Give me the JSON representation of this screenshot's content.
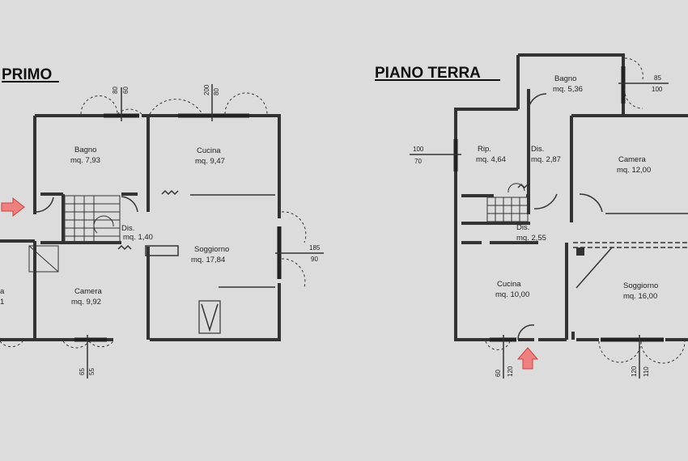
{
  "plans": {
    "primo": {
      "title": "PRIMO"
    },
    "terra": {
      "title": "PIANO TERRA"
    }
  },
  "rooms": {
    "primo_bagno": {
      "name": "Bagno",
      "area": "mq. 7,93"
    },
    "primo_cucina": {
      "name": "Cucina",
      "area": "mq. 9,47"
    },
    "primo_dis": {
      "name": "Dis.",
      "area": "mq. 1,40"
    },
    "primo_soggiorno": {
      "name": "Soggiorno",
      "area": "mq. 17,84"
    },
    "primo_camera": {
      "name": "Camera",
      "area": "mq. 9,92"
    },
    "primo_cut": {
      "name": "a",
      "area": "1"
    },
    "terra_bagno": {
      "name": "Bagno",
      "area": "mq. 5,36"
    },
    "terra_rip": {
      "name": "Rip.",
      "area": "mq. 4,64"
    },
    "terra_dis1": {
      "name": "Dis.",
      "area": "mq. 2,87"
    },
    "terra_camera": {
      "name": "Camera",
      "area": "mq. 12,00"
    },
    "terra_dis2": {
      "name": "Dis.",
      "area": "mq. 2,55"
    },
    "terra_cucina": {
      "name": "Cucina",
      "area": "mq. 10,00"
    },
    "terra_soggiorno": {
      "name": "Soggiorno",
      "area": "mq. 16,00"
    }
  },
  "dims": {
    "p_bagno_a": "80",
    "p_bagno_b": "60",
    "p_cucina_a": "200",
    "p_cucina_b": "80",
    "p_sogg_a": "185",
    "p_sogg_b": "90",
    "p_cam_a": "65",
    "p_cam_b": "55",
    "t_bagno_a": "85",
    "t_bagno_b": "100",
    "t_rip_a": "100",
    "t_rip_b": "70",
    "t_cuc_a": "60",
    "t_cuc_b": "120",
    "t_sogg_a": "120",
    "t_sogg_b": "110"
  },
  "colors": {
    "wall": "#333333",
    "arrow": "#e05050",
    "background": "#dcdcdc"
  }
}
